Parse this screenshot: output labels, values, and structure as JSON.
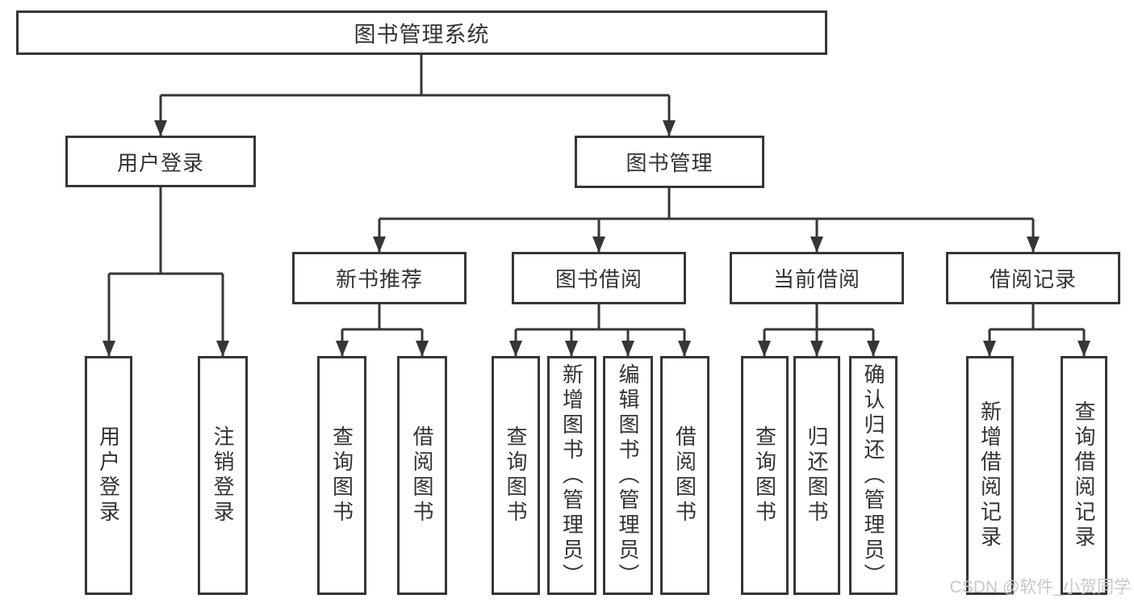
{
  "tree": {
    "label": "图书管理系统",
    "children": [
      {
        "label": "用户登录",
        "children": [
          {
            "label": "用户登录"
          },
          {
            "label": "注销登录"
          }
        ]
      },
      {
        "label": "图书管理",
        "children": [
          {
            "label": "新书推荐",
            "children": [
              {
                "label": "查询图书"
              },
              {
                "label": "借阅图书"
              }
            ]
          },
          {
            "label": "图书借阅",
            "children": [
              {
                "label": "查询图书"
              },
              {
                "label": "新增图书（管理员）"
              },
              {
                "label": "编辑图书（管理员）"
              },
              {
                "label": "借阅图书"
              }
            ]
          },
          {
            "label": "当前借阅",
            "children": [
              {
                "label": "查询图书"
              },
              {
                "label": "归还图书"
              },
              {
                "label": "确认归还（管理员）"
              }
            ]
          },
          {
            "label": "借阅记录",
            "children": [
              {
                "label": "新增借阅记录"
              },
              {
                "label": "查询借阅记录"
              }
            ]
          }
        ]
      }
    ]
  },
  "watermark": {
    "text": "CSDN @软件_小贺同学"
  },
  "colors": {
    "line": "#363636",
    "text": "#333333",
    "background": "#ffffff",
    "watermark": "#c8c8c8"
  }
}
